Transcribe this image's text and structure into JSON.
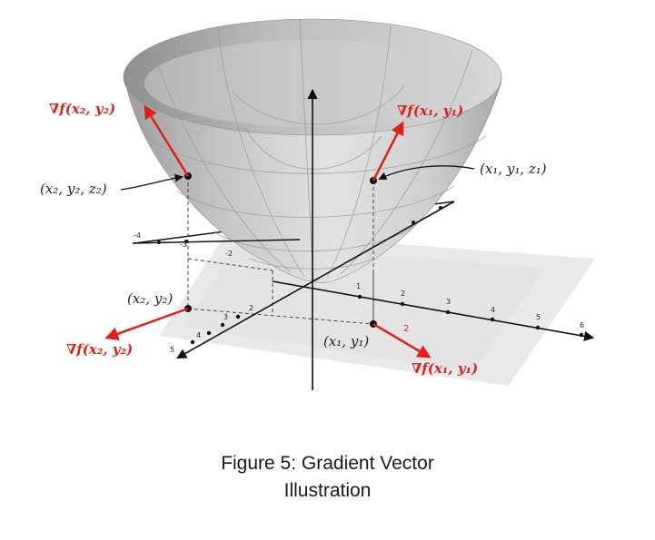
{
  "figure": {
    "labels": {
      "grad_f_x2y2_top": "∇f(x₂, y₂)",
      "grad_f_x1y1_top": "∇f(x₁, y₁)",
      "point_x1y1z1": "(x₁, y₁, z₁)",
      "point_x2y2z2": "(x₂, y₂, z₂)",
      "point_x2y2": "(x₂, y₂)",
      "point_x1y1": "(x₁, y₁)",
      "grad_f_x2y2_bottom": "∇f(x₂, y₂)",
      "grad_f_x1y1_bottom": "∇f(x₁, y₁)",
      "marker_2": "2"
    },
    "x_axis_ticks": [
      "1",
      "2",
      "3",
      "4",
      "5",
      "6"
    ],
    "y_axis_ticks": [
      "-4",
      "-3",
      "-2",
      "2",
      "3",
      "4",
      "5"
    ],
    "colors": {
      "gradient": "#e0201b",
      "surface": "#cfcfcf",
      "axis": "#111111",
      "shadow": "#e6e6e6"
    }
  },
  "caption": {
    "line1": "Figure 5: Gradient Vector",
    "line2": "Illustration"
  }
}
